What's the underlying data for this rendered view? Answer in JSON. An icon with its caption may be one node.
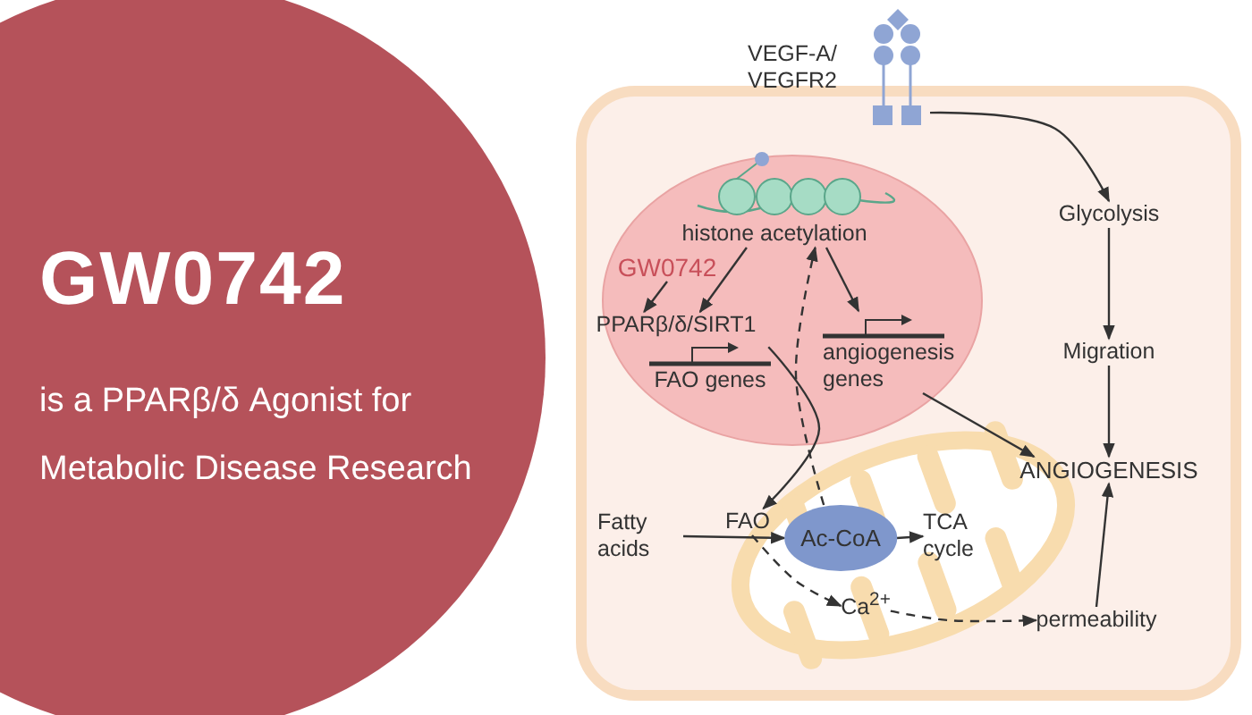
{
  "diagram": {
    "title": "GW0742",
    "nodes": [
      {
        "text": [],
        "shape": "box"
      },
      {
        "text": [],
        "shape": "circle",
        "in": 0
      },
      {
        "text": [
          "histone acetylation"
        ],
        "in": 1
      },
      {
        "text": [
          "GW0742"
        ],
        "in": 1
      },
      {
        "text": [
          "PPARβ/δ/SIRT1"
        ],
        "in": 1
      },
      {
        "text": [
          "FAO genes"
        ],
        "in": 1
      },
      {
        "text": [
          "angiogenesis genes"
        ],
        "in": 1
      },
      {
        "text": [
          "VEGF-A/ VEGFR2"
        ]
      },
      {
        "text": [
          "Glycolysis"
        ],
        "in": 0
      },
      {
        "text": [
          "Migration"
        ],
        "in": 0
      },
      {
        "text": [
          "ANGIOGENESIS"
        ],
        "in": 0
      },
      {
        "text": [
          "FAO"
        ],
        "in": 0
      },
      {
        "text": [
          "Fatty acids"
        ],
        "in": 0
      },
      {
        "text": [
          "Ac-CoA"
        ],
        "in": 0
      },
      {
        "text": [
          "TCA cycle"
        ],
        "in": 0
      },
      {
        "text": [
          "Ca$^{2+}$"
        ],
        "in": 0
      },
      {
        "text": [
          "permeability"
        ],
        "in": 0
      }
    ],
    "edges": [
      {
        "from": 7,
        "to": 8,
        "arrow": "to"
      },
      {
        "from": 8,
        "to": 9,
        "arrow": "to"
      },
      {
        "from": 9,
        "to": 10,
        "arrow": "to"
      },
      {
        "from": 2,
        "to": 4,
        "arrow": "to"
      },
      {
        "from": 2,
        "to": 6,
        "arrow": "to"
      },
      {
        "from": 3,
        "to": 4,
        "arrow": "to"
      },
      {
        "from": 5,
        "to": 11,
        "arrow": "to"
      },
      {
        "from": 13,
        "to": 2,
        "arrow": "to",
        "style": "dashed"
      },
      {
        "from": 12,
        "to": 13,
        "arrow": "to"
      },
      {
        "from": 13,
        "to": 14,
        "arrow": "to"
      },
      {
        "from": 11,
        "to": 15,
        "arrow": "to",
        "style": "dashed"
      },
      {
        "from": 15,
        "to": 16,
        "arrow": "to",
        "style": "dashed"
      },
      {
        "from": 16,
        "to": 10,
        "arrow": "to"
      },
      {
        "from": 6,
        "to": 10,
        "arrow": "to"
      }
    ],
    "labels": [
      "is a PPARβ/δ Agonist for Metabolic Disease Research"
    ]
  }
}
